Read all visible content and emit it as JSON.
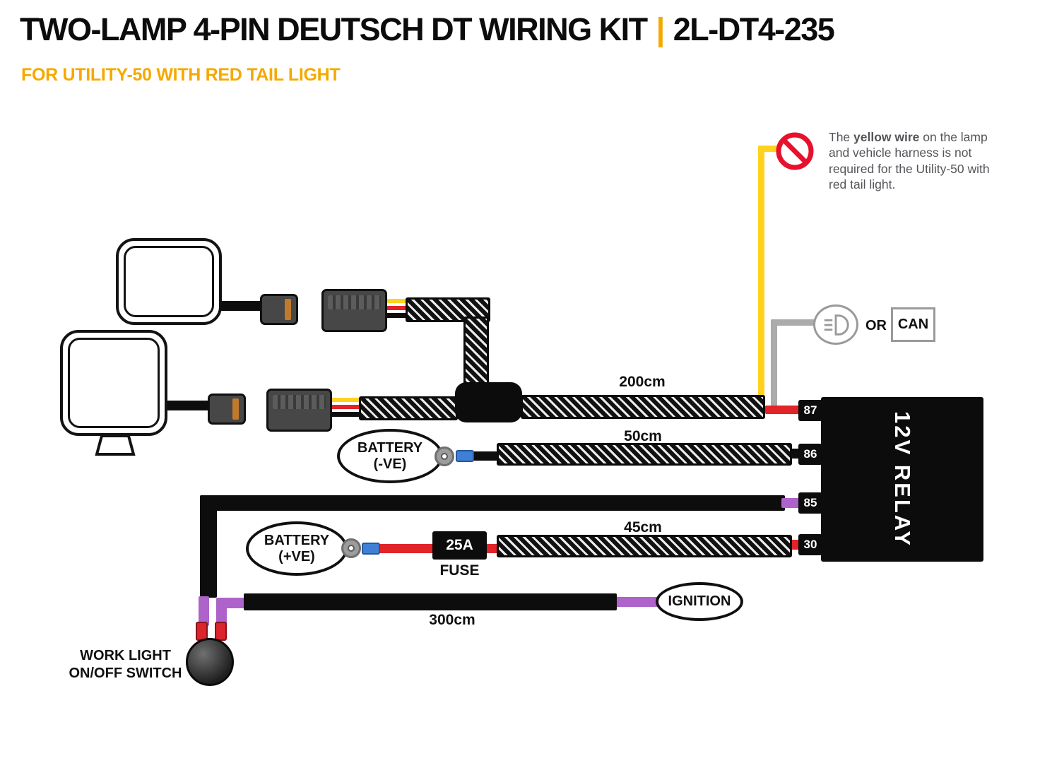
{
  "header": {
    "title": "TWO-LAMP 4-PIN DEUTSCH DT WIRING KIT",
    "divider": "|",
    "part_number": "2L-DT4-235",
    "subtitle": "FOR UTILITY-50 WITH RED TAIL LIGHT"
  },
  "note": {
    "pre": "The ",
    "bold": "yellow wire",
    "post": " on the lamp and vehicle harness is not required for the Utility-50 with red tail light."
  },
  "options": {
    "or": "OR",
    "can": "CAN"
  },
  "relay": {
    "label": "12V RELAY",
    "pins": [
      "87",
      "86",
      "85",
      "30"
    ]
  },
  "battery_negative": {
    "line1": "BATTERY",
    "line2": "(-VE)"
  },
  "battery_positive": {
    "line1": "BATTERY",
    "line2": "(+VE)"
  },
  "fuse": {
    "rating": "25A",
    "label": "FUSE"
  },
  "ignition": {
    "label": "IGNITION"
  },
  "switch": {
    "line1": "WORK LIGHT",
    "line2": "ON/OFF SWITCH"
  },
  "lengths": {
    "main_harness": "200cm",
    "ground": "50cm",
    "supply": "45cm",
    "ignition": "300cm"
  },
  "colors": {
    "brand_orange": "#F5A800",
    "wire_yellow": "#FFD21E",
    "wire_red": "#E02428",
    "wire_purple": "#AD63C9",
    "wire_gray": "#ABABAB"
  }
}
